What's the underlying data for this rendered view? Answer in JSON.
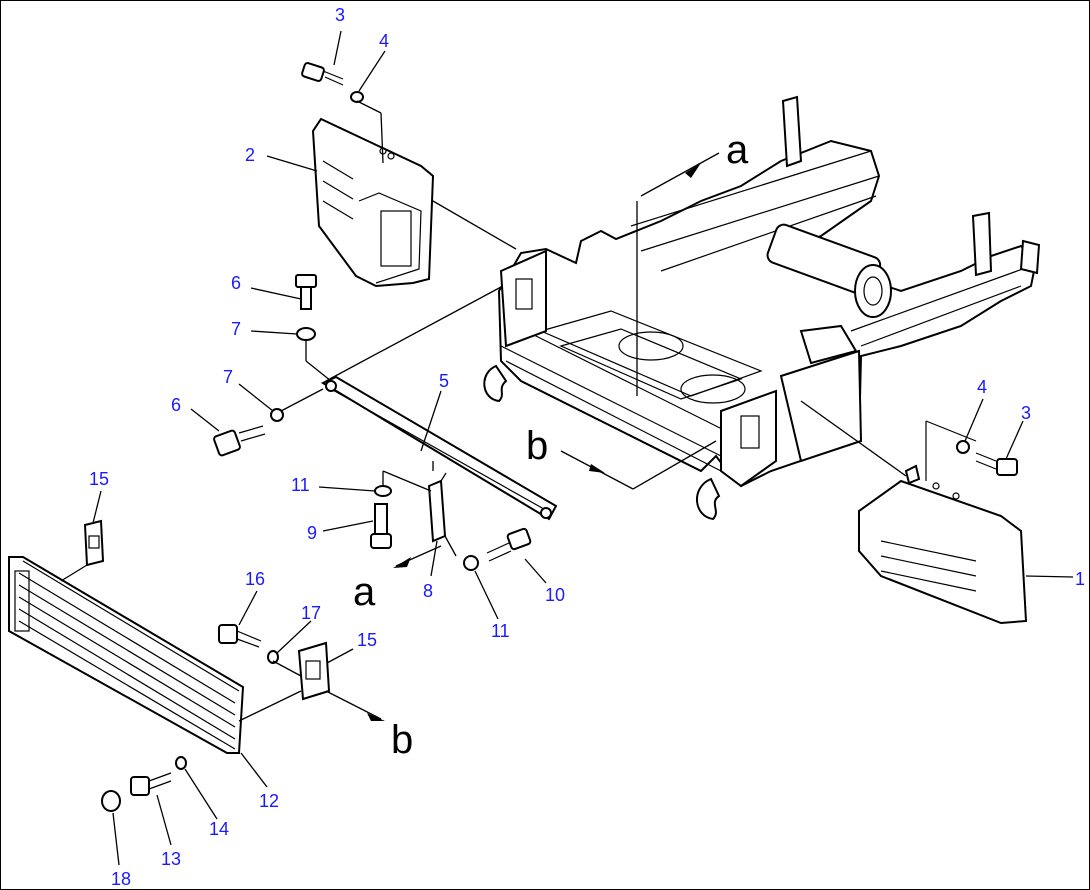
{
  "diagram": {
    "callouts": [
      {
        "label": "1"
      },
      {
        "label": "2"
      },
      {
        "label": "3"
      },
      {
        "label": "3"
      },
      {
        "label": "4"
      },
      {
        "label": "4"
      },
      {
        "label": "5"
      },
      {
        "label": "6"
      },
      {
        "label": "6"
      },
      {
        "label": "7"
      },
      {
        "label": "7"
      },
      {
        "label": "8"
      },
      {
        "label": "9"
      },
      {
        "label": "10"
      },
      {
        "label": "11"
      },
      {
        "label": "11"
      },
      {
        "label": "12"
      },
      {
        "label": "13"
      },
      {
        "label": "14"
      },
      {
        "label": "15"
      },
      {
        "label": "15"
      },
      {
        "label": "16"
      },
      {
        "label": "17"
      },
      {
        "label": "18"
      }
    ],
    "reference_marks": [
      {
        "label": "a"
      },
      {
        "label": "a"
      },
      {
        "label": "b"
      },
      {
        "label": "b"
      }
    ],
    "colors": {
      "callout": "#1a1aff",
      "line": "#000000",
      "background": "#ffffff"
    }
  }
}
